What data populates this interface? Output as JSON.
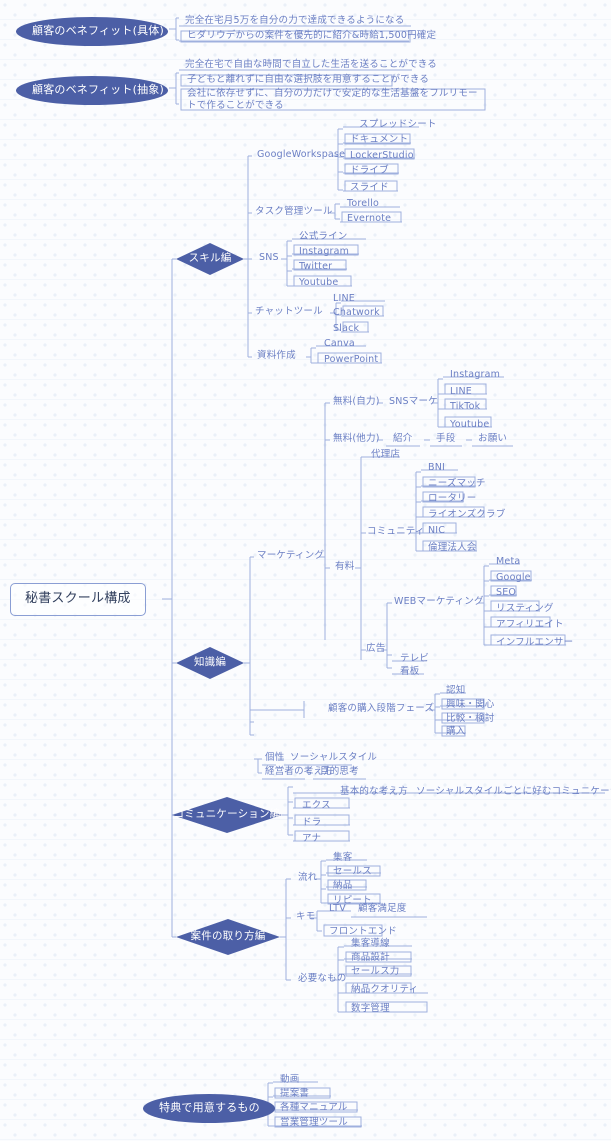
{
  "title": "秘書スクール構成",
  "colors": {
    "node_fill": "#4c5fa6",
    "line": "#9fb0de",
    "text": "#6b7fc4",
    "root_text": "#33415f",
    "background": "#fbfcfe"
  },
  "root": {
    "label": "秘書スクール構成"
  },
  "benefits": {
    "concrete": {
      "label": "顧客のベネフィット(具体)",
      "items": [
        "完全在宅月5万を自分の力で達成できるようになる",
        "ヒダリウデからの案件を優先的に紹介&時給1,500円確定"
      ]
    },
    "abstract": {
      "label": "顧客のベネフィット(抽象)",
      "items": [
        "完全在宅で自由な時間で自立した生活を送ることができる",
        "子どもと離れずに自由な選択肢を用意することができる",
        "会社に依存せずに、自分の力だけで安定的な生活基盤をフルリモートで作ることができる"
      ]
    }
  },
  "skill": {
    "label": "スキル編",
    "groups": [
      {
        "label": "GoogleWorkspase",
        "items": [
          "スプレッドシート",
          "ドキュメント",
          "LockerStudio",
          "ドライブ",
          "スライド"
        ]
      },
      {
        "label": "タスク管理ツール",
        "items": [
          "Torello",
          "Evernote"
        ]
      },
      {
        "label": "SNS",
        "items": [
          "公式ライン",
          "Instagram",
          "Twitter",
          "Youtube"
        ]
      },
      {
        "label": "チャットツール",
        "items": [
          "LINE",
          "Chatwork",
          "Slack"
        ]
      },
      {
        "label": "資料作成",
        "items": [
          "Canva",
          "PowerPoint"
        ]
      }
    ]
  },
  "knowledge": {
    "label": "知識編",
    "marketing": {
      "label": "マーケティング",
      "free_self": {
        "label": "無料(自力)",
        "child": "SNSマーケ",
        "items": [
          "Instagram",
          "LINE",
          "TikTok",
          "Youtube"
        ]
      },
      "free_other": {
        "label": "無料(他力)",
        "chain": [
          "紹介",
          "手段",
          "お願い"
        ]
      },
      "paid": {
        "label": "有料",
        "agency": "代理店",
        "community": {
          "label": "コミュニティ",
          "items": [
            "BNI",
            "ニーズマッチ",
            "ロータリー",
            "ライオンズクラブ",
            "NIC",
            "倫理法人会"
          ]
        },
        "ads": {
          "label": "広告",
          "web": {
            "label": "WEBマーケティング",
            "items": [
              "Meta",
              "Google",
              "SEO",
              "リスティング",
              "アフィリエイト",
              "インフルエンサー"
            ]
          },
          "items": [
            "テレビ",
            "看板"
          ]
        }
      }
    },
    "purchase_phase": {
      "label": "顧客の購入段階フェーズ",
      "items": [
        "認知",
        "興味・関心",
        "比較・検討",
        "購入"
      ]
    },
    "personality": {
      "label": "個性",
      "child": "ソーシャルスタイル"
    },
    "owner_mindset": {
      "label": "経営者の考え方",
      "child": "目的思考"
    }
  },
  "communication": {
    "label": "コミュニケーション編",
    "basic": {
      "label": "基本的な考え方",
      "child": "ソーシャルスタイルごとに好むコミュニケーションは変わる"
    },
    "items": [
      "エクス",
      "ドラ",
      "アナ"
    ]
  },
  "deal": {
    "label": "案件の取り方編",
    "flow": {
      "label": "流れ",
      "items": [
        "集客",
        "セールス",
        "納品",
        "リピート"
      ]
    },
    "key": {
      "label": "キモ",
      "ltv": "LTV",
      "ltv_child": "顧客満足度",
      "items": [
        "フロントエンド"
      ]
    },
    "needed": {
      "label": "必要なもの",
      "items": [
        "集客導線",
        "商品設計",
        "セールス力",
        "納品クオリティ",
        "数字管理"
      ]
    }
  },
  "bonus": {
    "label": "特典で用意するもの",
    "items": [
      "動画",
      "提案書",
      "各種マニュアル",
      "営業管理ツール"
    ]
  }
}
